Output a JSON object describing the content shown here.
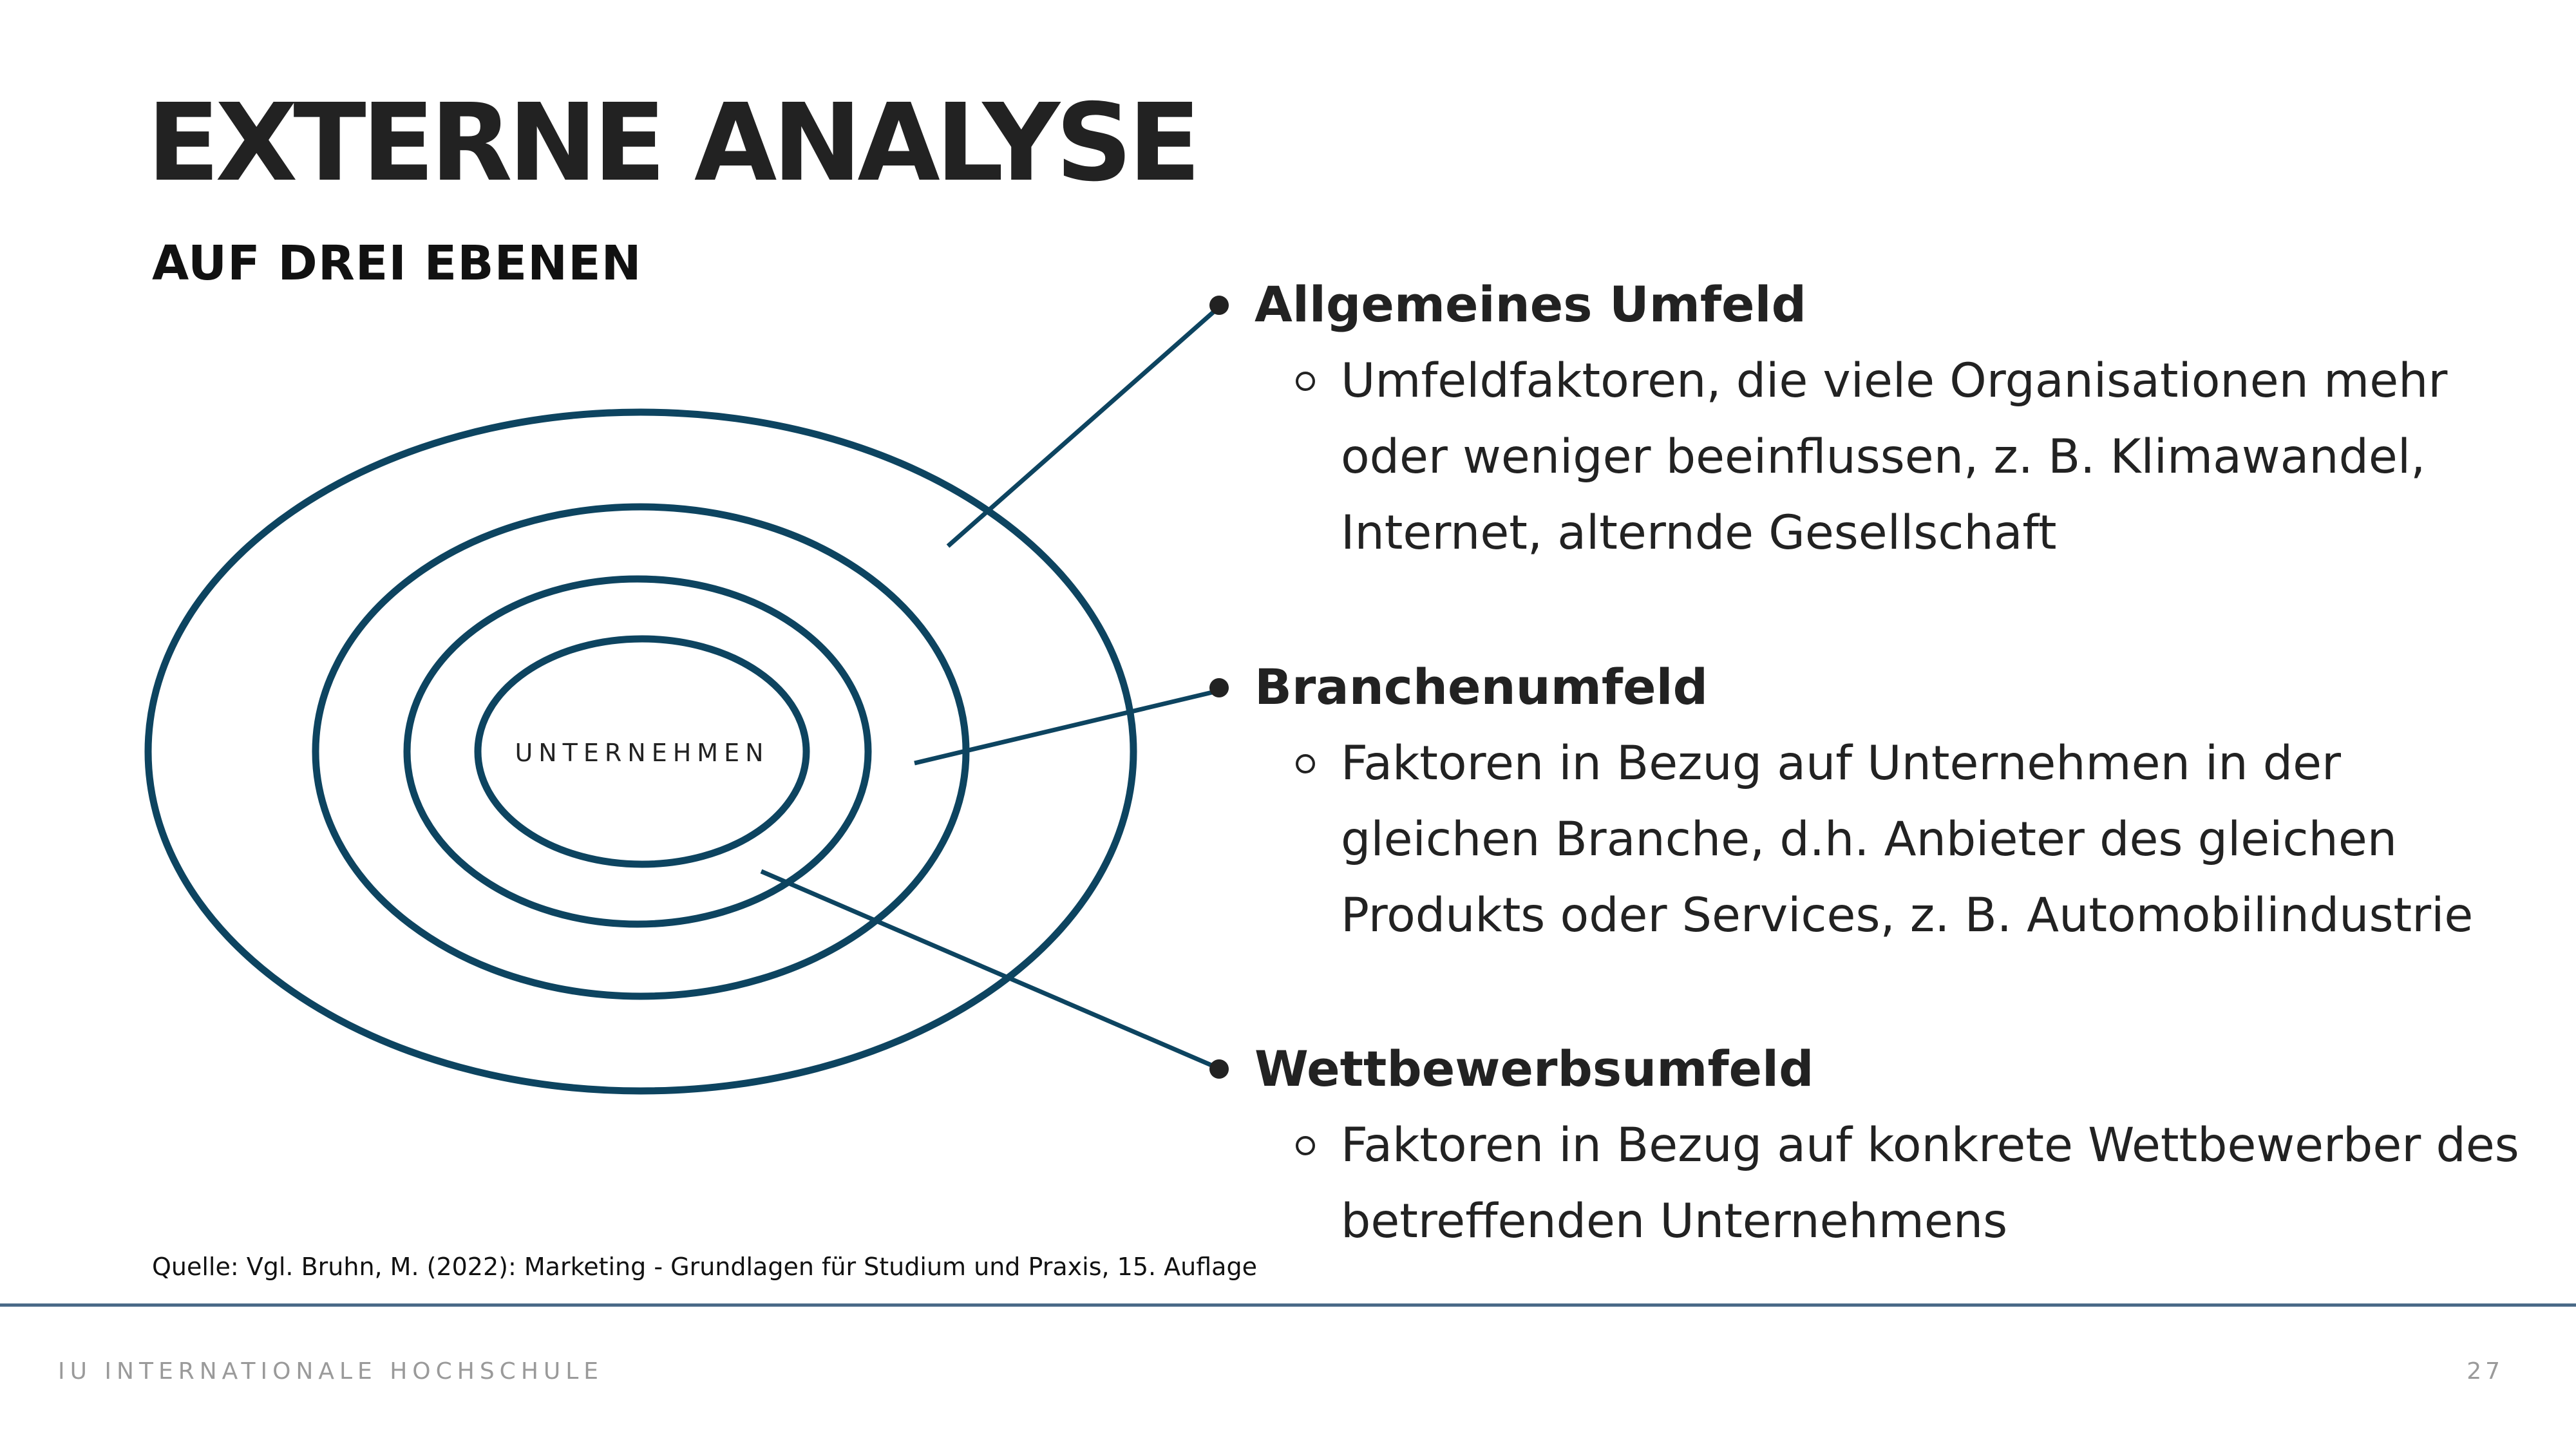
{
  "slide": {
    "title": "EXTERNE ANALYSE",
    "subtitle": "AUF DREI EBENEN"
  },
  "diagram": {
    "center_label": "UNTERNEHMEN",
    "ring_color": "#0d4460",
    "connector_color": "#0d4460"
  },
  "levels": [
    {
      "title": "Allgemeines Umfeld",
      "description": "Umfeldfaktoren, die viele Organisationen mehr oder weniger beeinflussen, z. B. Klimawandel, Internet, alternde Gesellschaft"
    },
    {
      "title": "Branchenumfeld",
      "description": "Faktoren in Bezug auf Unternehmen in der gleichen Branche, d.h. Anbieter des gleichen Produkts oder Services, z. B. Automobilindustrie"
    },
    {
      "title": "Wettbewerbsumfeld",
      "description": "Faktoren in Bezug auf konkrete Wettbewerber des betreffenden Unternehmens"
    }
  ],
  "source": "Quelle: Vgl. Bruhn, M. (2022): Marketing - Grundlagen für Studium und Praxis, 15. Auflage",
  "footer": {
    "institution": "IU INTERNATIONALE HOCHSCHULE",
    "page_number": "27"
  }
}
